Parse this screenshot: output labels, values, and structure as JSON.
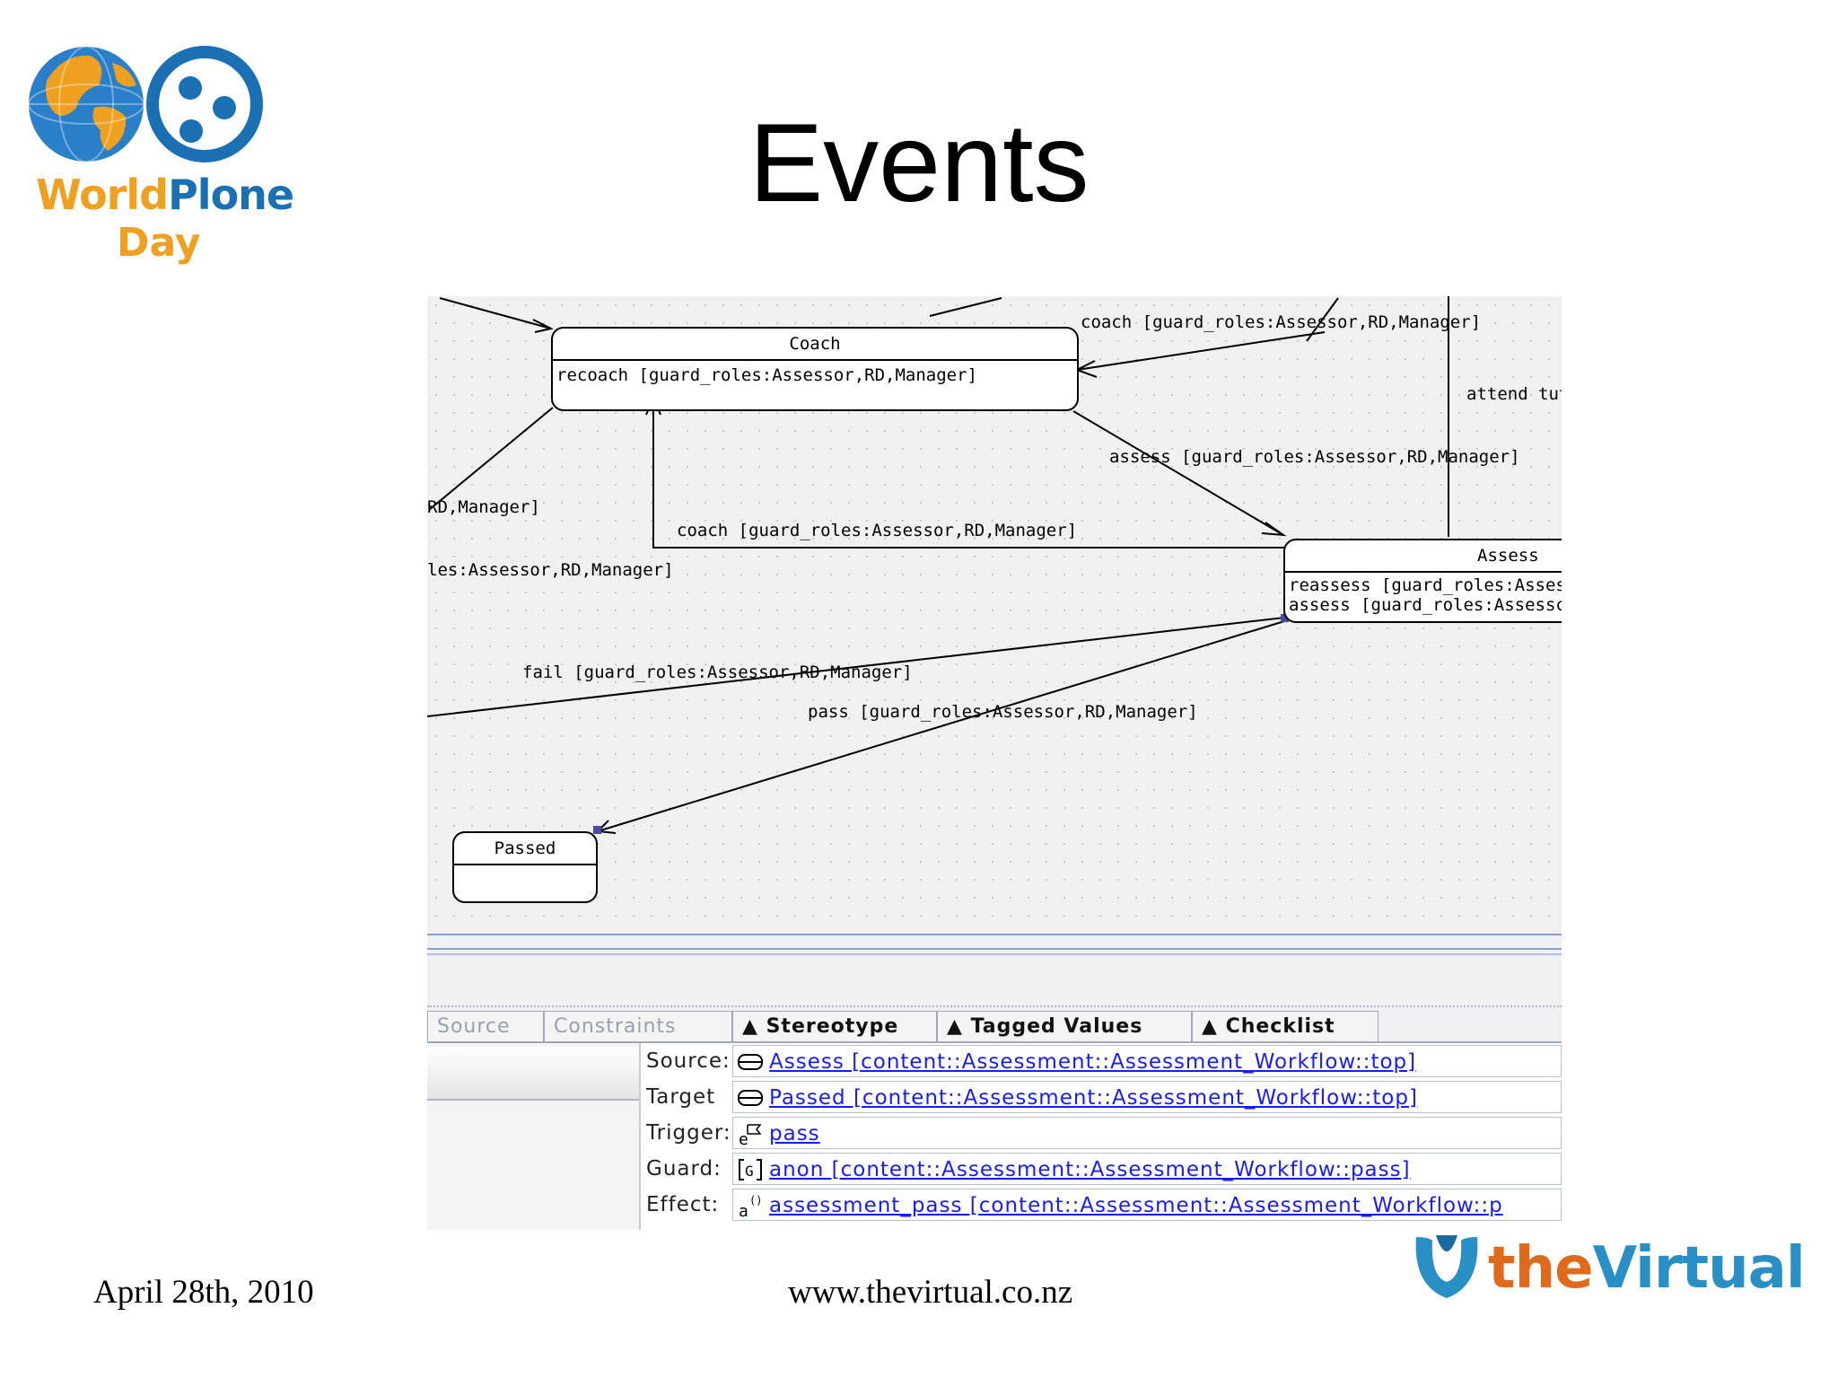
{
  "slide": {
    "title": "Events",
    "footer_date": "April 28th, 2010",
    "footer_url": "www.thevirtual.co.nz",
    "logo_left": {
      "part1": "World",
      "part2": "Plone",
      "part3": "Day"
    },
    "logo_right": {
      "part1": "the",
      "part2": "Virtual"
    }
  },
  "diagram": {
    "states": [
      {
        "name": "Coach",
        "body": [
          "recoach [guard_roles:Assessor,RD,Manager]"
        ]
      },
      {
        "name": "Assess",
        "body": [
          "reassess [guard_roles:Asses",
          "assess [guard_roles:Assessc"
        ]
      },
      {
        "name": "Passed",
        "body": []
      }
    ],
    "labels": {
      "coach_top": "coach [guard_roles:Assessor,RD,Manager]",
      "attend": "attend tut",
      "assess": "assess [guard_roles:Assessor,RD,Manager]",
      "rd_manager": "RD,Manager]",
      "coach_mid": "coach [guard_roles:Assessor,RD,Manager]",
      "les": "les:Assessor,RD,Manager]",
      "fail": "fail [guard_roles:Assessor,RD,Manager]",
      "pass": "pass [guard_roles:Assessor,RD,Manager]"
    }
  },
  "tabs": {
    "source": "Source",
    "constraints": "Constraints",
    "stereotype": "▲ Stereotype",
    "tagged": "▲ Tagged Values",
    "checklist": "▲ Checklist"
  },
  "properties": {
    "source": {
      "label": "Source:",
      "value": "Assess [content::Assessment::Assessment_Workflow::top]",
      "icon": "state-icon"
    },
    "target": {
      "label": "Target",
      "value": "Passed [content::Assessment::Assessment_Workflow::top]",
      "icon": "state-icon"
    },
    "trigger": {
      "label": "Trigger:",
      "value": "pass",
      "icon": "event-icon"
    },
    "guard": {
      "label": "Guard:",
      "value": "anon [content::Assessment::Assessment_Workflow::pass]",
      "icon": "guard-icon"
    },
    "effect": {
      "label": "Effect:",
      "value": "assessment_pass [content::Assessment::Assessment_Workflow::p",
      "icon": "action-icon"
    }
  },
  "colors": {
    "link": "#1a1aff",
    "accent_orange": "#f0a020",
    "accent_blue": "#1b6fb3",
    "handle": "#4a4aa0"
  }
}
